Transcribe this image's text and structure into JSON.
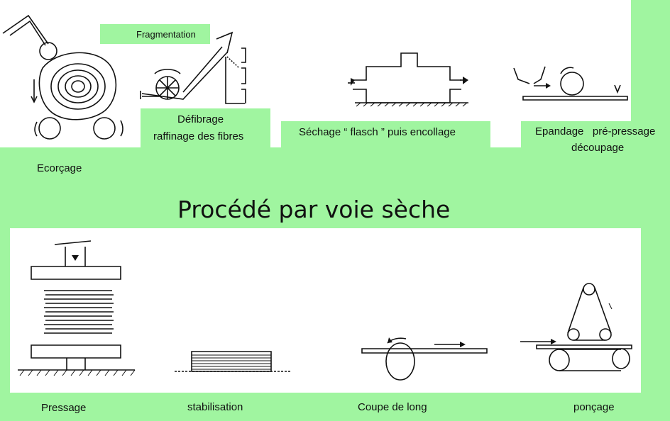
{
  "title": "Procédé par voie sèche",
  "steps_top": {
    "fragmentation": "Fragmentation",
    "defibrage_line1": "Défibrage",
    "defibrage_line2": "raffinage des fibres",
    "sechage": "Séchage “ flasch ” puis encollage",
    "epandage_line1": "Epandage   pré-pressage",
    "epandage_line2": "découpage",
    "ecorcage": "Ecorçage"
  },
  "steps_bottom": {
    "pressage": "Pressage",
    "stabilisation": "stabilisation",
    "coupe": "Coupe de long",
    "poncage": "ponçage"
  },
  "colors": {
    "background": "#a0f5a0",
    "panel": "#ffffff",
    "ink": "#111111"
  }
}
